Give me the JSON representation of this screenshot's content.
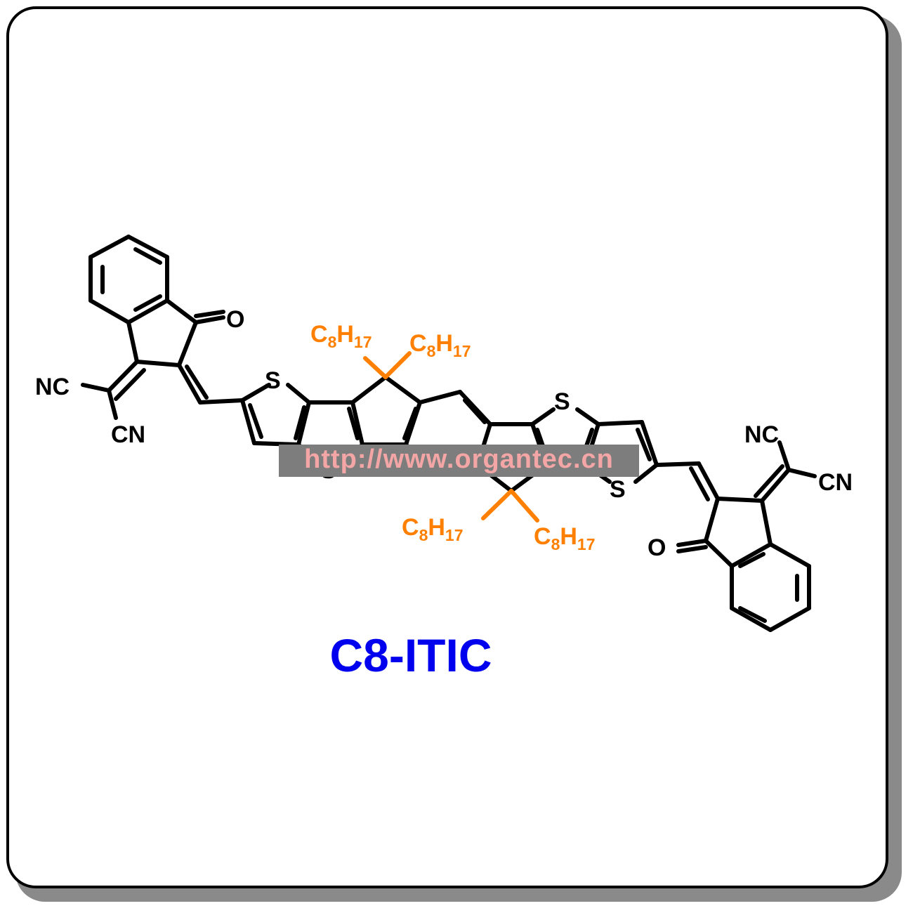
{
  "compound_name": "C8-ITIC",
  "watermark": "http://www.organtec.cn",
  "atom_labels": {
    "oxygen": "O",
    "sulfur": "S",
    "nitrile": "CN",
    "nitrile_reversed": "NC"
  },
  "alkyl_label": {
    "c": "C",
    "c_count": "8",
    "h": "H",
    "h_count": "17"
  },
  "colors": {
    "bonds": "#000000",
    "alkyl": "#ff8000",
    "name": "#0000ee",
    "watermark_bar": "#7d7d7d",
    "watermark_text": "#f4a6a6"
  }
}
